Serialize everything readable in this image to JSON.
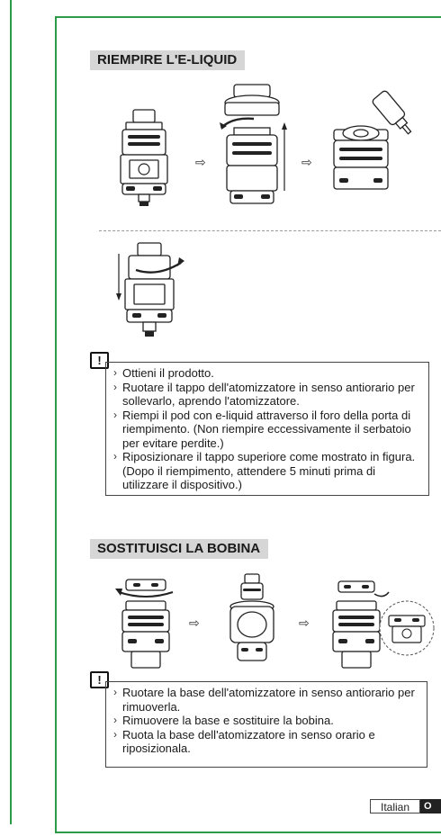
{
  "section1": {
    "title": "RIEMPIRE L'E-LIQUID",
    "warning_symbol": "!",
    "notes": [
      "Ottieni il prodotto.",
      "Ruotare il tappo dell'atomizzatore in senso antiorario per sollevarlo, aprendo l'atomizzatore.",
      "Riempi il pod con e-liquid attraverso il foro della porta di riempimento. (Non riempire eccessivamente il serbatoio per evitare perdite.)",
      "Riposizionare il tappo superiore come mostrato in figura. (Dopo il riempimento, attendere 5 minuti prima di utilizzare il dispositivo.)"
    ]
  },
  "section2": {
    "title": "SOSTITUISCI LA BOBINA",
    "warning_symbol": "!",
    "notes": [
      "Ruotare la base dell'atomizzatore in senso antiorario per rimuoverla.",
      "Rimuovere la base e sostituire la bobina.",
      "Ruota la base dell'atomizzatore in senso orario e riposizionala."
    ]
  },
  "arrow_glyph": "⇨",
  "footer": {
    "language": "Italian",
    "page_marker": "O"
  },
  "colors": {
    "frame": "#2e9b48",
    "title_bg": "#d6d6d6"
  }
}
